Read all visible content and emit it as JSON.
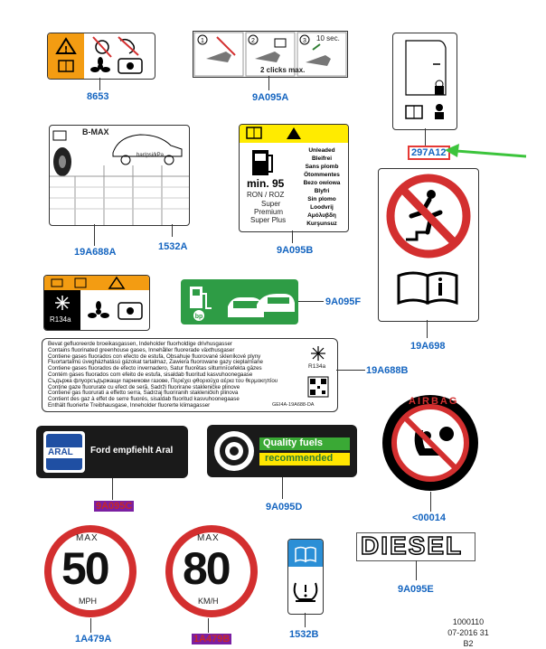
{
  "labels": {
    "l8653": "8653",
    "l9a095a": "9A095A",
    "l297a12": "297A12",
    "l19a688a": "19A688A",
    "l1532a": "1532A",
    "l9a095b": "9A095B",
    "l19a698": "19A698",
    "l9a095f": "9A095F",
    "l19a688b": "19A688B",
    "l9a095c": "9A095C",
    "l9a095d": "9A095D",
    "l00014": "<00014",
    "l1a479a": "1A479A",
    "l1a479b": "1A479B",
    "l1532b": "1532B",
    "l9a095e": "9A095E"
  },
  "fuel_label": {
    "min": "min. 95",
    "ron": "RON / ROZ",
    "super": "Super",
    "premium": "Premium",
    "superplus": "Super Plus",
    "langs": [
      "Unleaded",
      "Bleifrei",
      "Sans plomb",
      "Ötommentes",
      "Bezo owiowa",
      "Blyfri",
      "Sin plomo",
      "Loodvrij",
      "Αμόλυβδη",
      "Kurşunsuz"
    ]
  },
  "clicks_label": {
    "clicks": "2 clicks max.",
    "seconds": "10 sec."
  },
  "tyre_label": {
    "model": "B-MAX",
    "unit": "bar/psi/kPa"
  },
  "gas_label": {
    "lines": [
      "Bevat gefluoreerde broeikasgassen, Indeholder fluorholdige drivhusgasser",
      "Contains fluorinated greenhouse gases, Innehåller fluorerade växthusgaser",
      "Contiene gases fluorados con efecto de estufa, Obsahuje fluorované skleníkové plyny",
      "Fluortartalmú üvegházhatású gázokat tartalmaz, Zawiera fluorowane gazy cieplarniane",
      "Contiene gases fluorados de efecto invernadero, Satur fluorētas siltumnīcefekta gāzes",
      "Contém gases fluorados com efeito de estufa, sisaldab fluoritud kasvuhoonegaase",
      "Съдържа флуорсъдържащи парникови газове, Περιέχει φθοριούχα αέρια του θερμοκηπίου",
      "Conține gaze fluorurate cu efect de seră, Sadrži fluorirane stakleničke plinove",
      "Contiene gas fluorurati a effetto serra, Sadrzaj fluoriranih stakleničkih plinova",
      "Contient des gaz à effet de serre fluorés, sisaldab fluoritud kasvuhoonegaase",
      "Enthält fluorierte Treibhausgase, Inneholder fluorerte klimagasser"
    ],
    "refrigerant": "R134a",
    "code": "GEI4A-19A688-DA"
  },
  "ac_label": {
    "refrigerant": "R134a"
  },
  "aral": {
    "brand": "ARAL",
    "text": "Ford empfiehlt Aral"
  },
  "bp": {
    "line1": "Quality fuels",
    "line2": "recommended"
  },
  "airbag": {
    "text": "AIRBAG"
  },
  "sign50": {
    "max": "MAX",
    "value": "50",
    "unit": "MPH"
  },
  "sign80": {
    "max": "MAX",
    "value": "80",
    "unit": "KM/H"
  },
  "diesel": {
    "text": "DIESEL"
  },
  "footer": {
    "line1": "1000110",
    "line2": "07-2016 31",
    "line3": "B2"
  },
  "colors": {
    "label_blue": "#1565c0",
    "arrow_green": "#3cc43c",
    "highlight_purple": "#7b1fa2",
    "sign_red": "#d32f2f",
    "orange": "#f39c12"
  }
}
